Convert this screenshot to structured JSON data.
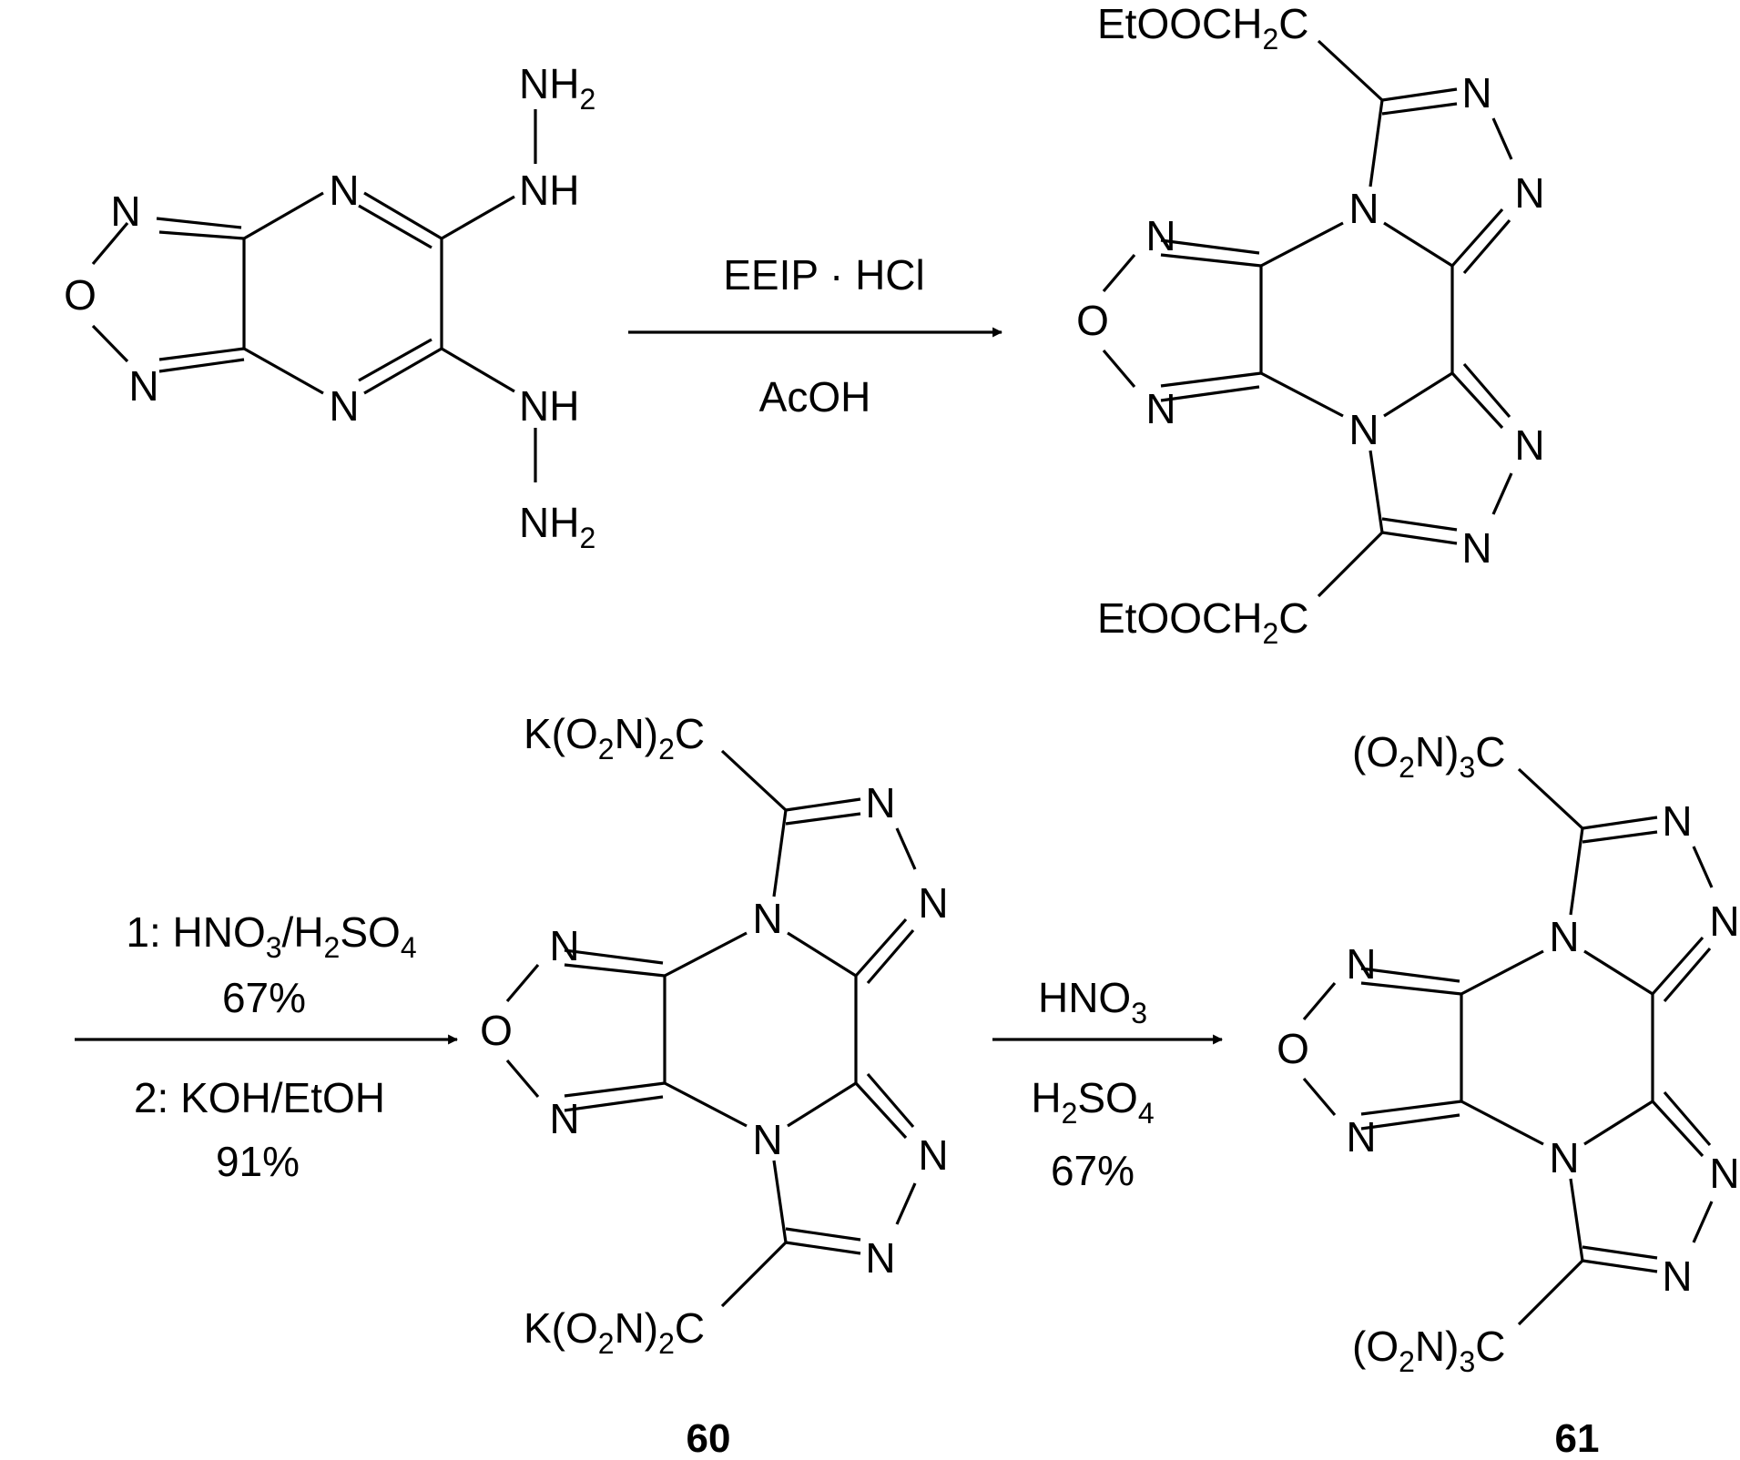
{
  "reaction1": {
    "reagent_top": "EEIP · HCl",
    "reagent_bottom": "AcOH"
  },
  "reaction2": {
    "step1": "1: HNO3/H2SO4",
    "step1_yield": "67%",
    "step2": "2: KOH/EtOH",
    "step2_yield": "91%"
  },
  "reaction3": {
    "reagent_top": "HNO3",
    "reagent_bottom": "H2SO4",
    "yield": "67%"
  },
  "compounds": {
    "label_60": "60",
    "label_61": "61"
  },
  "substituents": {
    "ester": "EtOOCH2C",
    "potassium_dinitro": "K(O2N)2C",
    "trinitro": "(O2N)3C"
  },
  "atoms": {
    "N": "N",
    "O": "O",
    "NH": "NH",
    "NH2": "NH2"
  }
}
